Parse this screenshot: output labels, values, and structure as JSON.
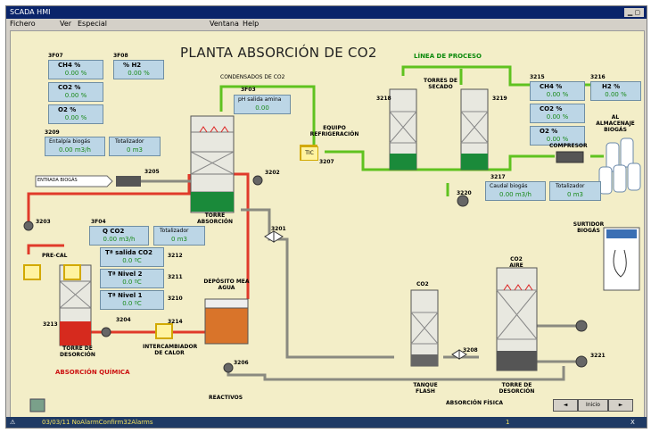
{
  "window": {
    "title": "SCADA HMI",
    "controls": "▁ ▢ ✕"
  },
  "menu": {
    "items": [
      "Fichero",
      "Ver",
      "Especial",
      "Ventana",
      "Help"
    ]
  },
  "title": "PLANTA ABSORCIÓN DE CO2",
  "labels": {
    "linea_proceso": "LÍNEA DE PROCESO",
    "torres_secado": "TORRES DE SECADO",
    "equipo_refrig": "EQUIPO REFRIGERACIÓN",
    "torre_absorcion": "TORRE ABSORCIÓN",
    "torre_desorcion": "TORRE DE DESORCIÓN",
    "absorcion_quimica": "ABSORCIÓN QUÍMICA",
    "intercambiador": "INTERCAMBIADOR DE CALOR",
    "deposito": "DEPÓSITO MEA AGUA",
    "reactivos": "REACTIVOS",
    "tanque_flash": "TANQUE FLASH",
    "absorcion_fisica": "ABSORCIÓN FÍSICA",
    "torre_desorcion2": "TORRE DE DESORCIÓN",
    "al_almacenaje": "AL ALMACENAJE BIOGÁS",
    "compresor": "COMPRESOR",
    "surtidor": "SURTIDOR BIOGÁS",
    "co2": "CO2",
    "co2_aire": "CO2 AIRE",
    "entrada_biogas": "ENTRADA BIOGÁS",
    "pre_cal": "PRE-CAL",
    "condensados": "CONDENSADOS DE CO2"
  },
  "panels": {
    "ch4_in": {
      "label": "CH4 %",
      "value": "0.00 %",
      "tag": "3F07"
    },
    "h2_in": {
      "label": "% H2",
      "value": "0.00 %",
      "tag": "3F08"
    },
    "co2_in": {
      "label": "CO2 %",
      "value": "0.00 %"
    },
    "o2_in": {
      "label": "O2 %",
      "value": "0.00 %"
    },
    "entalpia": {
      "label": "Entalpía biogás",
      "value": "0.00 m3/h",
      "tag": "3209"
    },
    "totalizador1": {
      "label": "Totalizador",
      "value": "0 m3"
    },
    "ph": {
      "label": "pH salida amina",
      "value": "0.00",
      "tag": "3F03"
    },
    "q_co2": {
      "label": "Q CO2",
      "value": "0.00 m3/h",
      "tag": "3F04"
    },
    "totalizador2": {
      "label": "Totalizador",
      "value": "0 m3"
    },
    "t_salida": {
      "label": "Tª salida CO2",
      "value": "0.0 ºC",
      "tag": "3212"
    },
    "t_nivel2": {
      "label": "Tª Nivel 2",
      "value": "0.0 ºC",
      "tag": "3211"
    },
    "t_nivel1": {
      "label": "Tª Nivel 1",
      "value": "0.0 ºC",
      "tag": "3210"
    },
    "ch4_out": {
      "label": "CH4 %",
      "value": "0.00 %",
      "tag": "3215"
    },
    "h2_out": {
      "label": "H2 %",
      "value": "0.00 %",
      "tag": "3216"
    },
    "co2_out": {
      "label": "CO2 %",
      "value": "0.00 %"
    },
    "o2_out": {
      "label": "O2 %",
      "value": "0.00 %"
    },
    "caudal_out": {
      "label": "Caudal biogás",
      "value": "0.00 m3/h",
      "tag": "3217"
    },
    "totalizador3": {
      "label": "Totalizador",
      "value": "0 m3"
    }
  },
  "tags": {
    "t1": "3205",
    "t2": "3202",
    "t3": "3203",
    "t4": "3201",
    "t5": "3204",
    "t6": "3206",
    "t7": "3207",
    "t8": "3208",
    "t9": "3218",
    "t10": "3219",
    "t11": "3220",
    "t12": "3221",
    "t13": "3213",
    "t14": "3214"
  },
  "refrig": {
    "label": "TIC"
  },
  "nav": {
    "back": "◄",
    "home": "Inicio",
    "fwd": "►"
  },
  "status": {
    "text": "03/03/11  NoAlarmConfirm32Alarms",
    "page": "1",
    "close": "X"
  },
  "colors": {
    "pipe_green": "#5fc21f",
    "pipe_red": "#e03a2a",
    "pipe_gray": "#8a8a80",
    "bg": "#f3eec8"
  }
}
